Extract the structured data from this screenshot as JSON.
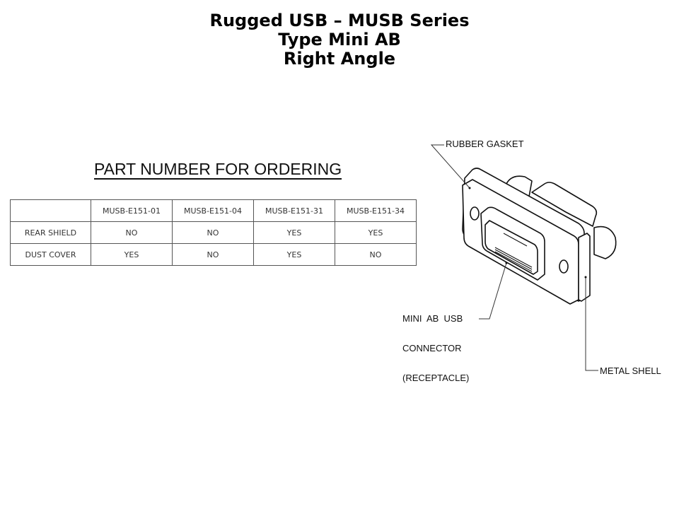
{
  "title": {
    "line1": "Rugged USB – MUSB Series",
    "line2": "Type Mini AB",
    "line3": "Right Angle"
  },
  "ordering": {
    "heading": "PART NUMBER FOR ORDERING",
    "columns": [
      "",
      "MUSB-E151-01",
      "MUSB-E151-04",
      "MUSB-E151-31",
      "MUSB-E151-34"
    ],
    "rows": [
      {
        "label": "REAR SHIELD",
        "values": [
          "NO",
          "NO",
          "YES",
          "YES"
        ]
      },
      {
        "label": "DUST COVER",
        "values": [
          "YES",
          "NO",
          "YES",
          "NO"
        ]
      }
    ]
  },
  "diagram": {
    "callouts": {
      "rubber_gasket": "RUBBER GASKET",
      "connector_line1": "MINI  AB  USB",
      "connector_line2": "CONNECTOR",
      "connector_line3": "(RECEPTACLE)",
      "metal_shell": "METAL SHELL"
    }
  }
}
